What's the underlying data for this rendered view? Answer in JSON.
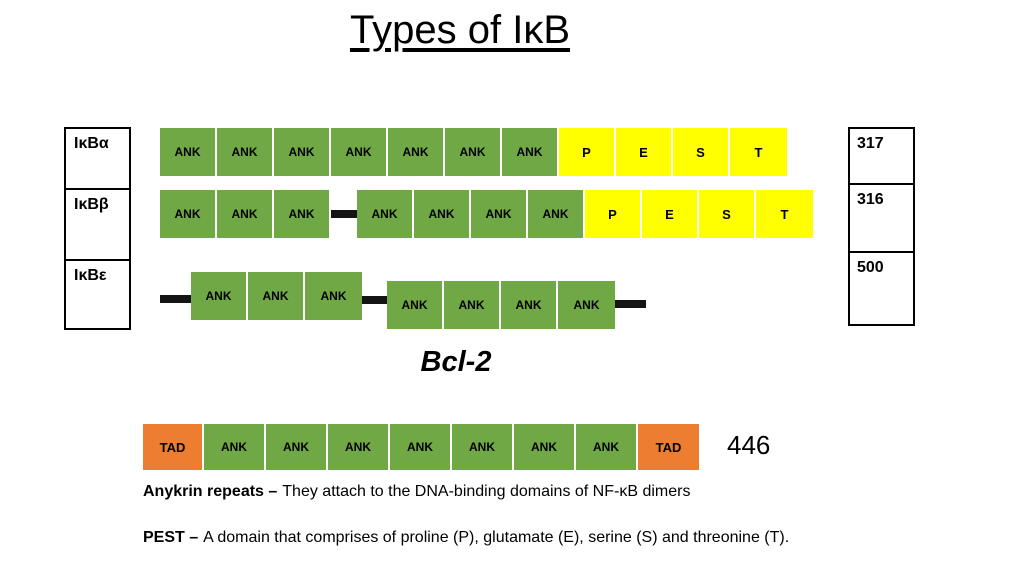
{
  "title": "Types of IκB",
  "diagram_rows": [
    {
      "label": "IκBα",
      "length": "317",
      "segments": [
        {
          "type": "ank",
          "items": [
            "ANK",
            "ANK",
            "ANK",
            "ANK",
            "ANK",
            "ANK",
            "ANK"
          ]
        },
        {
          "type": "pest",
          "items": [
            "P",
            "E",
            "S",
            "T"
          ]
        }
      ]
    },
    {
      "label": "IκBβ",
      "length": "316",
      "segments": [
        {
          "type": "ank",
          "items": [
            "ANK",
            "ANK",
            "ANK"
          ]
        },
        {
          "type": "linker"
        },
        {
          "type": "ank",
          "items": [
            "ANK",
            "ANK",
            "ANK",
            "ANK"
          ]
        },
        {
          "type": "pest",
          "items": [
            "P",
            "E",
            "S",
            "T"
          ]
        }
      ]
    },
    {
      "label": "IκBε",
      "length": "500",
      "segments": [
        {
          "type": "line"
        },
        {
          "type": "ank",
          "items": [
            "ANK",
            "ANK",
            "ANK"
          ]
        },
        {
          "type": "linker"
        },
        {
          "type": "ank",
          "items": [
            "ANK",
            "ANK",
            "ANK",
            "ANK"
          ]
        },
        {
          "type": "line"
        }
      ]
    }
  ],
  "bcl2": {
    "title": "Bcl-2",
    "tad_left": "TAD",
    "ank": [
      "ANK",
      "ANK",
      "ANK",
      "ANK",
      "ANK",
      "ANK",
      "ANK"
    ],
    "tad_right": "TAD",
    "length": "446"
  },
  "notes": [
    {
      "lead": "Anykrin repeats –",
      "body": "They attach to the DNA-binding domains of NF-κB dimers"
    },
    {
      "lead": "PEST –",
      "body": "A domain that comprises of proline (P), glutamate (E), serine (S) and threonine (T)."
    }
  ],
  "colors": {
    "ank": "#6FA845",
    "pest": "#FFFF00",
    "tad": "#ED7D31"
  }
}
